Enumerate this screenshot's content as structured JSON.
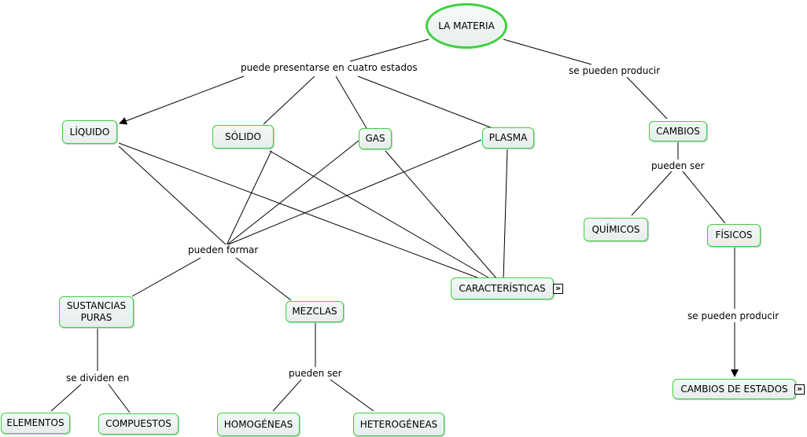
{
  "root": "LA MATERIA",
  "phrases": {
    "states": "puede presentarse en cuatro estados",
    "produce": "se pueden producir",
    "can_be_changes": "pueden ser",
    "form": "pueden formar",
    "divide": "se dividen en",
    "can_be_mix": "pueden ser",
    "produce2": "se pueden producir"
  },
  "nodes": {
    "liquido": "LÍQUIDO",
    "solido": "SÓLIDO",
    "gas": "GAS",
    "plasma": "PLASMA",
    "cambios": "CAMBIOS",
    "quimicos": "QUÍMICOS",
    "fisicos": "FÍSICOS",
    "caracteristicas": "CARACTERÍSTICAS",
    "sustancias": "SUSTANCIAS PURAS",
    "mezclas": "MEZCLAS",
    "cambios_estados": "CAMBIOS DE ESTADOS",
    "elementos": "ELEMENTOS",
    "compuestos": "COMPUESTOS",
    "homogeneas": "HOMOGÉNEAS",
    "heterogeneas": "HETEROGÉNEAS"
  },
  "icons": {
    "expand": "double-chevron-right-icon"
  },
  "colors": {
    "node_border": "#3ed13e",
    "node_fill": "#eef3f1",
    "line": "#000000"
  }
}
